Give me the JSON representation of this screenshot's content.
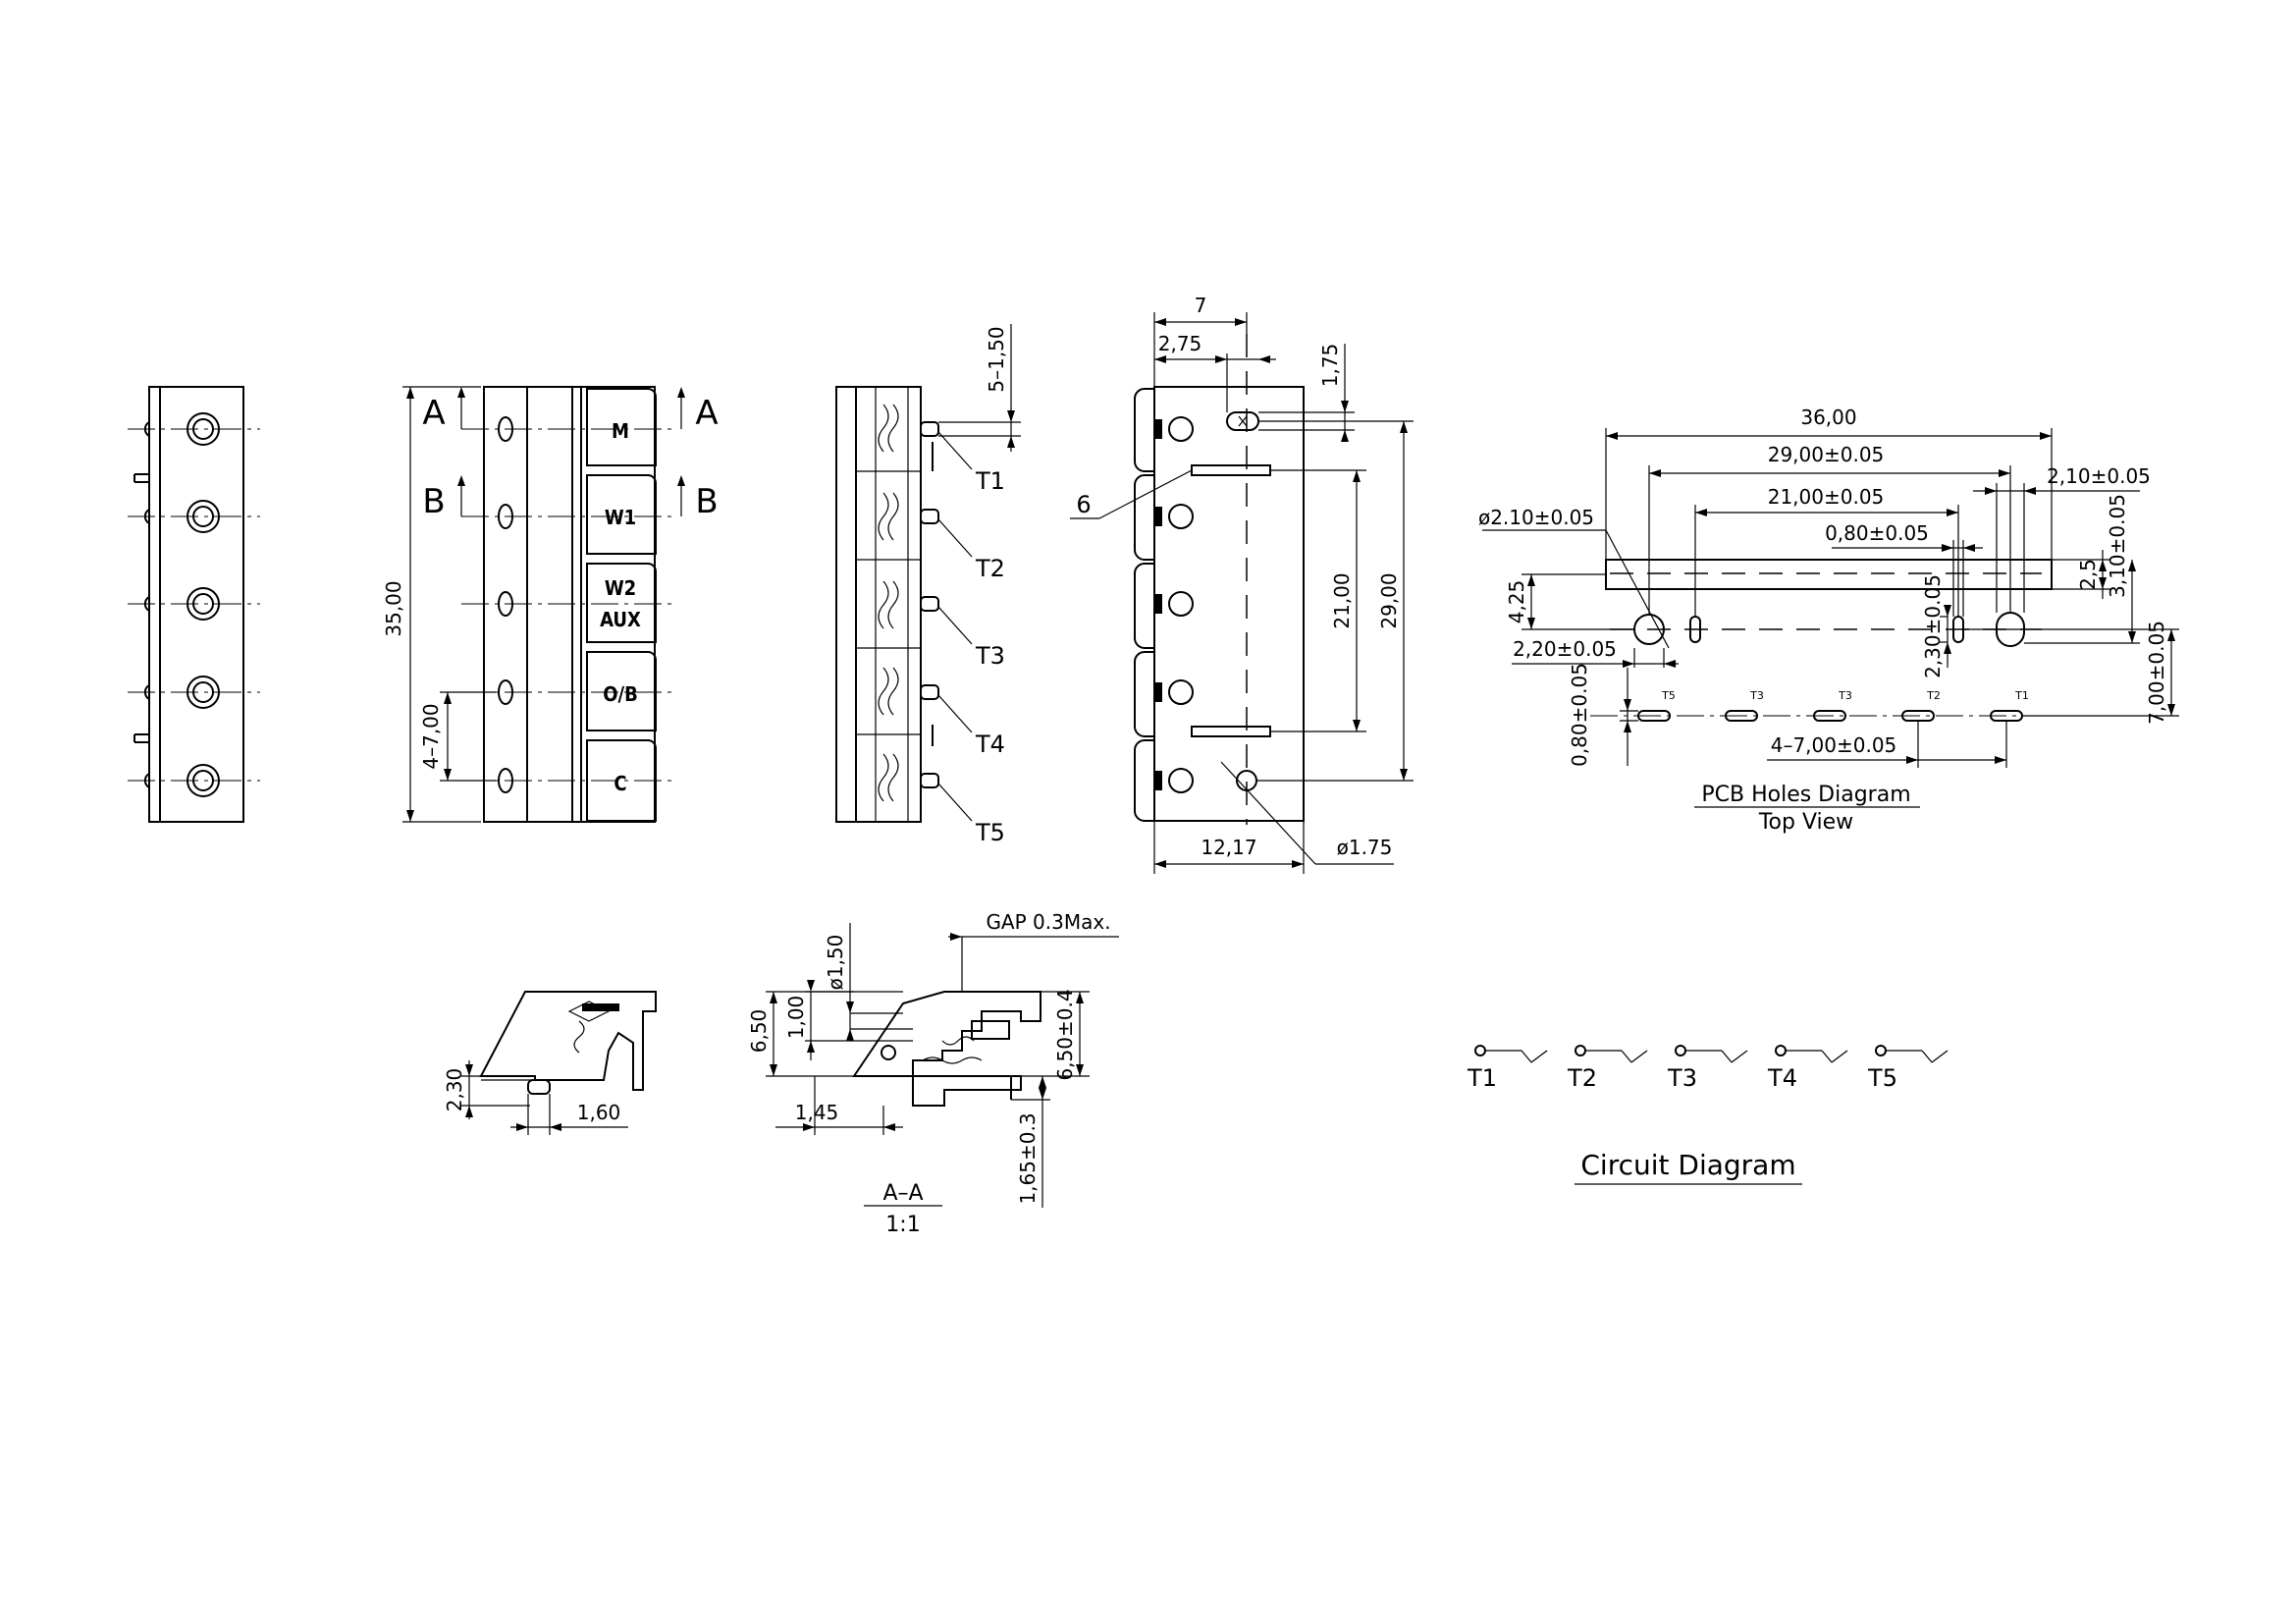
{
  "front_view": {
    "section_marks": [
      "A",
      "A",
      "B",
      "B"
    ],
    "keys": [
      "M",
      "W1",
      "W2",
      "AUX",
      "O/B",
      "C"
    ],
    "dims": {
      "height": "35,00",
      "pitch": "4–7,00"
    }
  },
  "side_view": {
    "terminals": [
      "T1",
      "T2",
      "T3",
      "T4",
      "T5"
    ],
    "dims": {
      "pin": "5–1,50"
    }
  },
  "rear_view": {
    "dims": {
      "width_top": "7",
      "offset_top": "2,75",
      "v_top": "1,75",
      "item": "6",
      "h_inner": "21,00",
      "h_outer": "29,00",
      "width_bottom": "12,17",
      "hole": "ø1.75"
    }
  },
  "pcb_holes": {
    "dims": {
      "overall": "36,00",
      "d29": "29,00±0.05",
      "d21": "21,00±0.05",
      "slot_w": "0,80±0.05",
      "d210": "2,10±0.05",
      "big_hole": "ø2.10±0.05",
      "h425": "4,25",
      "d25": "2,5",
      "d310": "3,10±0.05",
      "d230": "2,30±0.05",
      "d220": "2,20±0.05",
      "slot_v": "0,80±0.05",
      "d700v": "7,00±0.05",
      "pitch": "4–7,00±0.05"
    },
    "slot_labels": [
      "T5",
      "T3",
      "T3",
      "T2",
      "T1"
    ],
    "title": "PCB Holes Diagram",
    "subtitle": "Top View"
  },
  "detail_view": {
    "dims": {
      "h230": "2,30",
      "w160": "1,60"
    }
  },
  "section_aa": {
    "dims": {
      "gap": "GAP 0.3Max.",
      "d150": "ø1,50",
      "h650": "6,50",
      "h100": "1,00",
      "w145": "1,45",
      "h650tol": "6,50±0.4",
      "h165": "1,65±0.3"
    },
    "title": "A–A",
    "scale": "1:1"
  },
  "circuit": {
    "switches": [
      "T1",
      "T2",
      "T3",
      "T4",
      "T5"
    ],
    "title": "Circuit Diagram"
  }
}
